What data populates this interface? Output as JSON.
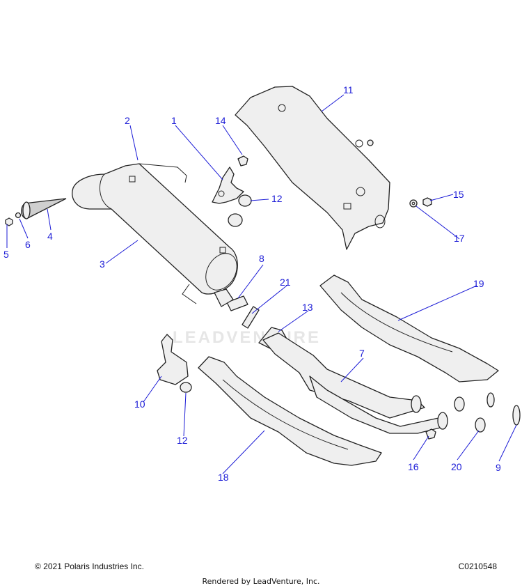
{
  "watermark": "LEADVENTURE",
  "callouts": [
    "1",
    "2",
    "3",
    "4",
    "5",
    "6",
    "7",
    "8",
    "9",
    "10",
    "11",
    "12",
    "12",
    "13",
    "14",
    "15",
    "16",
    "17",
    "18",
    "19",
    "20",
    "21"
  ],
  "footer": {
    "copyright": "© 2021 Polaris Industries Inc.",
    "diagram_code": "C0210548",
    "rendered_by": "Rendered by LeadVenture, Inc."
  }
}
